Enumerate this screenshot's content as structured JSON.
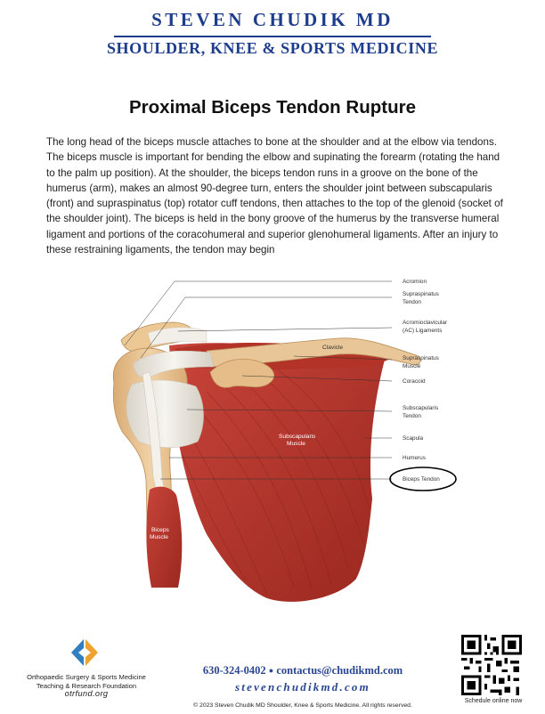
{
  "header": {
    "brand_name": "STEVEN CHUDIK MD",
    "tagline": "SHOULDER, KNEE & SPORTS MEDICINE"
  },
  "document": {
    "title": "Proximal Biceps Tendon Rupture",
    "body": "The long head of the biceps muscle attaches to bone at the shoulder and at the elbow via tendons. The biceps muscle is important for bending the elbow and supinating the forearm (rotating the hand to the palm up position). At the shoulder, the biceps tendon runs in a groove on the bone of the humerus (arm), makes an almost 90-degree turn, enters the shoulder joint between subscapularis (front) and supraspinatus (top) rotator cuff tendons, then attaches to the top of the glenoid (socket of the shoulder joint). The biceps is held in the bony groove of the humerus by the transverse humeral ligament and portions of the coracohumeral and superior glenohumeral ligaments. After an injury to these restraining ligaments, the tendon may begin"
  },
  "figure": {
    "labels": {
      "acromion": "Acromion",
      "supraspinatus_tendon_1": "Supraspinatus",
      "supraspinatus_tendon_2": "Tendon",
      "ac_ligaments_1": "Acromioclavicular",
      "ac_ligaments_2": "(AC) Ligaments",
      "supraspinatus_muscle_1": "Supraspinatus",
      "supraspinatus_muscle_2": "Muscle",
      "coracoid": "Coracoid",
      "subscapularis_tendon_1": "Subscapularis",
      "subscapularis_tendon_2": "Tendon",
      "scapula": "Scapula",
      "humerus": "Humerus",
      "biceps_tendon": "Biceps Tendon",
      "clavicle": "Clavicle",
      "subscapularis_muscle_1": "Subscapularis",
      "subscapularis_muscle_2": "Muscle",
      "biceps_muscle_1": "Biceps",
      "biceps_muscle_2": "Muscle"
    },
    "colors": {
      "muscle": "#b8352b",
      "muscle_dark": "#8e2219",
      "bone": "#e6c08f",
      "tendon": "#eeeae2",
      "highlight_circle": "#000000"
    }
  },
  "footer": {
    "foundation_line1": "Orthopaedic Surgery & Sports Medicine",
    "foundation_line2": "Teaching & Research Foundation",
    "foundation_url": "otrfund.org",
    "phone": "630-324-0402",
    "email": "contactus@chudikmd.com",
    "website": "stevenchudikmd.com",
    "copyright": "© 2023 Steven Chudik MD Shoulder, Knee & Sports Medicine. All rights reserved.",
    "schedule": "Schedule online now"
  }
}
